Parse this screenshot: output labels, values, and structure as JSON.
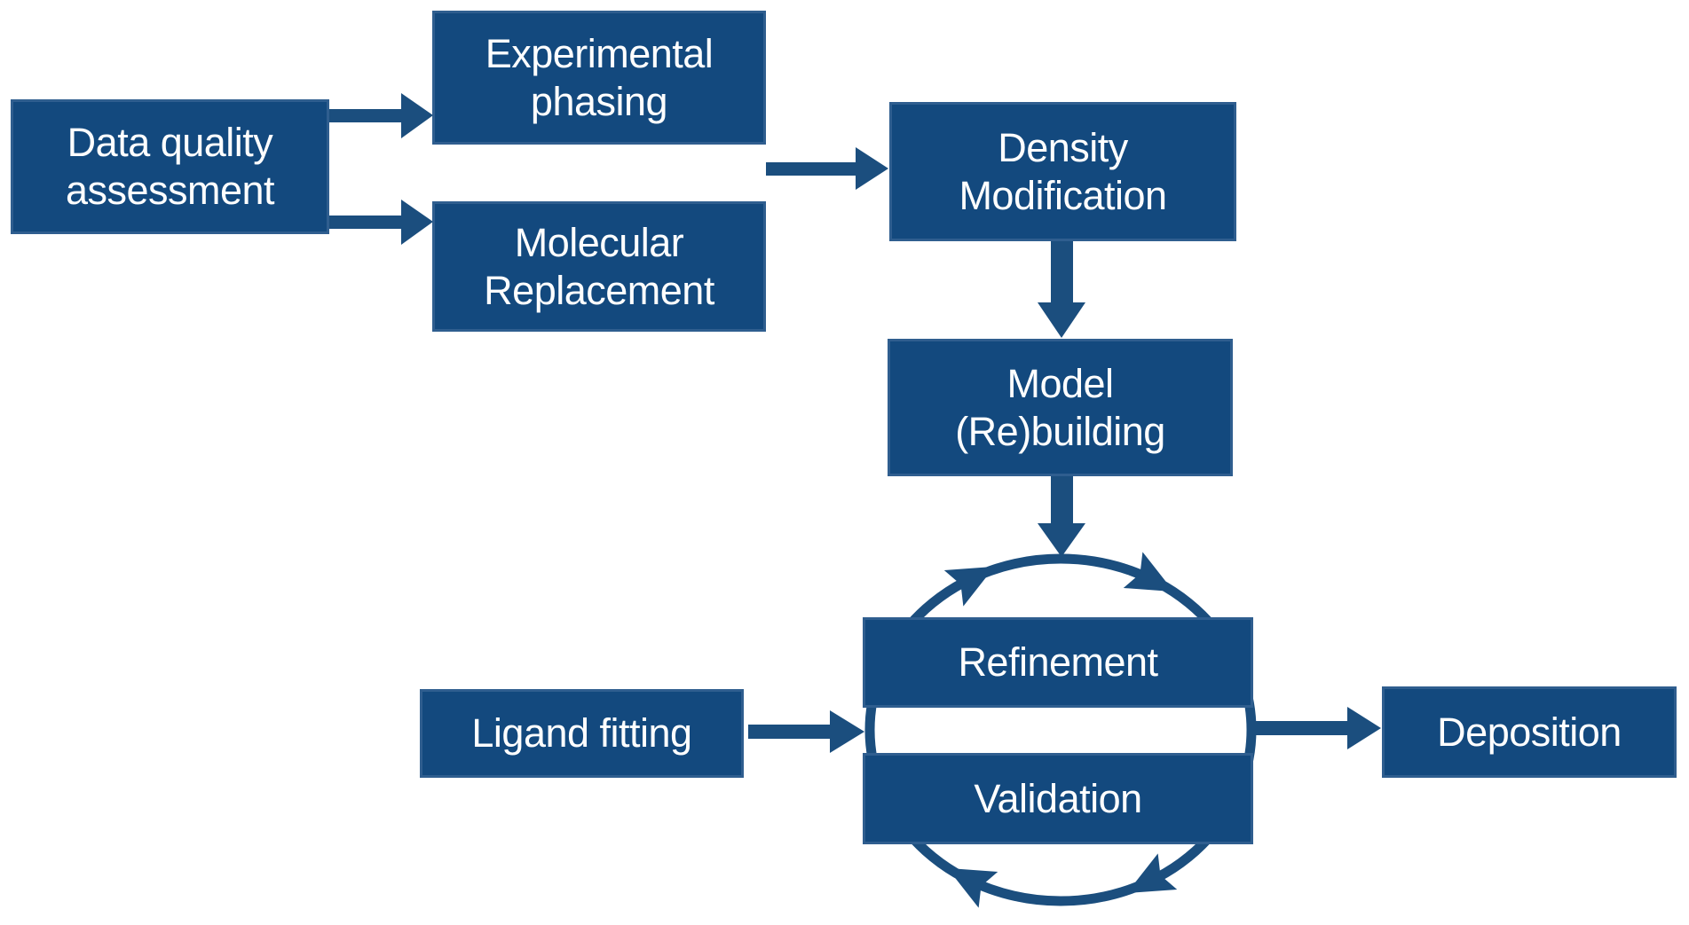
{
  "diagram": {
    "kind": "flowchart",
    "subject": "crystallography structure solution workflow",
    "colors": {
      "box_fill": "#13497E",
      "box_border": "#2F5E8F",
      "arrow": "#1B4E7E",
      "text": "#FFFFFF",
      "background": "#FFFFFF"
    },
    "boxes": {
      "data_quality": {
        "lines": [
          "Data quality",
          "assessment"
        ]
      },
      "experimental_phasing": {
        "lines": [
          "Experimental",
          "phasing"
        ]
      },
      "molecular_replacement": {
        "lines": [
          "Molecular",
          "Replacement"
        ]
      },
      "density_modification": {
        "lines": [
          "Density",
          "Modification"
        ]
      },
      "model_rebuilding": {
        "lines": [
          "Model",
          "(Re)building"
        ]
      },
      "refinement": {
        "label": "Refinement"
      },
      "validation": {
        "label": "Validation"
      },
      "ligand_fitting": {
        "label": "Ligand fitting"
      },
      "deposition": {
        "label": "Deposition"
      }
    },
    "connections": [
      {
        "from": "data_quality",
        "to": "experimental_phasing"
      },
      {
        "from": "data_quality",
        "to": "molecular_replacement"
      },
      {
        "from": "experimental_phasing|molecular_replacement",
        "to": "density_modification"
      },
      {
        "from": "density_modification",
        "to": "model_rebuilding"
      },
      {
        "from": "model_rebuilding",
        "to": "refinement_validation_cycle"
      },
      {
        "from": "ligand_fitting",
        "to": "refinement_validation_cycle"
      },
      {
        "from": "refinement_validation_cycle",
        "to": "deposition"
      }
    ],
    "cycle": {
      "between": [
        "refinement",
        "validation"
      ],
      "direction": "clockwise",
      "arrowhead_count": 4
    }
  }
}
